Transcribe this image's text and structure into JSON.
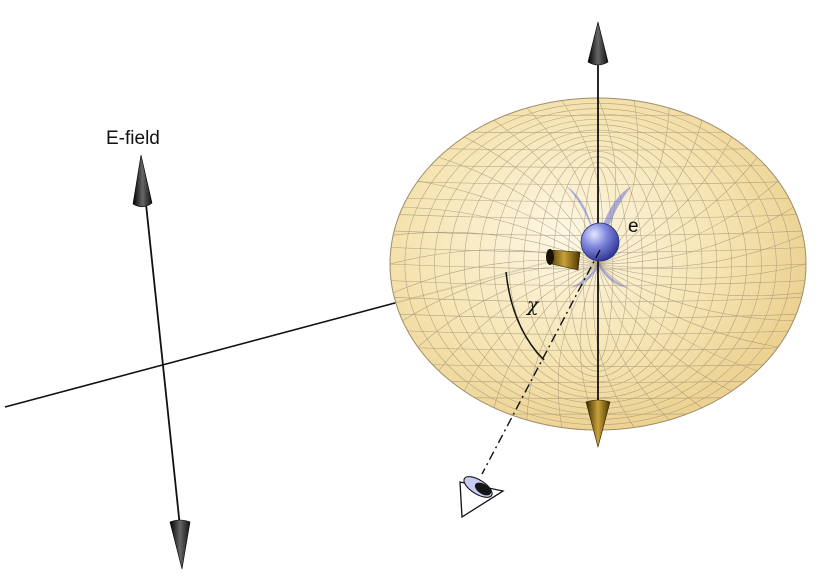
{
  "labels": {
    "efield": "E-field",
    "electron": "e",
    "angle": "χ"
  },
  "colors": {
    "torus_fill": "#f3dd9e",
    "torus_mesh": "#9a8a72",
    "electron": "#5a62c8",
    "axis": "#111111",
    "background": "#ffffff"
  },
  "icons": {
    "observer": "eye-icon",
    "arrowheads": "cone-arrow-icon"
  }
}
